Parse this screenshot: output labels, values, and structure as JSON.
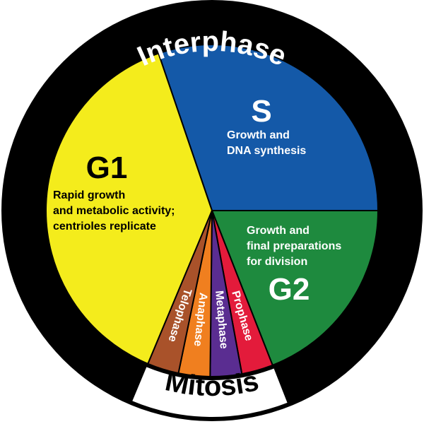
{
  "title": "Cell Cycle",
  "outer_ring": {
    "interphase_label": "Interphase",
    "mitosis_label": "Mitosis",
    "ring_color": "#000000",
    "mitosis_band_color": "#ffffff"
  },
  "phases": {
    "s": {
      "name": "S",
      "description_lines": [
        "Growth and",
        "DNA synthesis"
      ],
      "color": "#1459A8",
      "text_color": "#ffffff"
    },
    "g2": {
      "name": "G2",
      "description_lines": [
        "Growth and",
        "final preparations",
        "for division"
      ],
      "color": "#1E8A3E",
      "text_color": "#ffffff"
    },
    "g1": {
      "name": "G1",
      "description_lines": [
        "Rapid growth",
        "and metabolic activity;",
        "centrioles replicate"
      ],
      "color": "#F4EC1C",
      "text_color": "#000000"
    },
    "mitosis": [
      {
        "name": "Prophase",
        "color": "#E31B3B"
      },
      {
        "name": "Metaphase",
        "color": "#5A2D91"
      },
      {
        "name": "Anaphase",
        "color": "#F07F1F"
      },
      {
        "name": "Telophase",
        "color": "#A9522A"
      }
    ]
  }
}
